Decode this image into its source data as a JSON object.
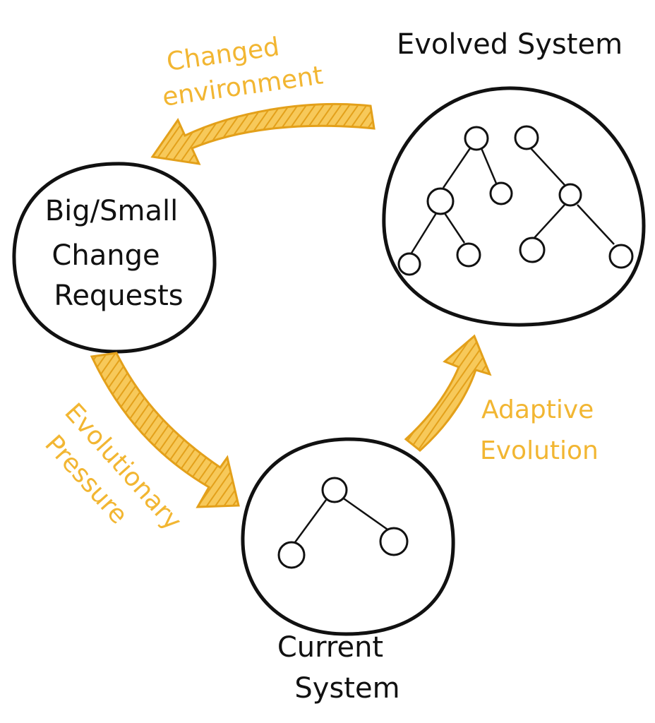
{
  "colors": {
    "ink": "#111111",
    "accent": "#F2B632",
    "accent_dark": "#E3A01A"
  },
  "nodes": {
    "change_requests": {
      "lines": [
        "Big/Small",
        "Change",
        "Requests"
      ]
    },
    "evolved_system": {
      "label": "Evolved System"
    },
    "current_system": {
      "lines": [
        "Current",
        "System"
      ]
    }
  },
  "arrows": {
    "changed_environment": {
      "lines": [
        "Changed",
        "environment"
      ]
    },
    "evolutionary_pressure": {
      "lines": [
        "Evolutionary",
        "Pressure"
      ]
    },
    "adaptive_evolution": {
      "lines": [
        "Adaptive",
        "Evolution"
      ]
    }
  }
}
